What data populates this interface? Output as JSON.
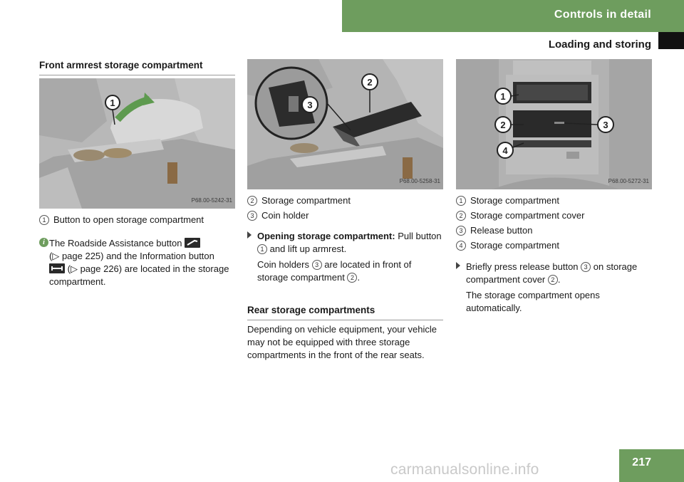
{
  "header": {
    "section": "Controls in detail",
    "subsection": "Loading and storing"
  },
  "col1": {
    "heading": "Front armrest storage compartment",
    "figure": {
      "code": "P68.00-5242-31",
      "callouts": [
        "1"
      ]
    },
    "legend": [
      {
        "num": "1",
        "label": "Button to open storage compartment"
      }
    ],
    "info": {
      "part1": "The Roadside Assistance button",
      "part2": "(▷ page 225) and the Information button",
      "part3": "(▷ page 226) are located in the storage compartment.",
      "icon1": "roadside-assistance-button-icon",
      "icon2": "information-button-icon"
    }
  },
  "col2": {
    "figure": {
      "code": "P68.00-5258-31",
      "callouts": [
        "2",
        "3"
      ]
    },
    "legend": [
      {
        "num": "2",
        "label": "Storage compartment"
      },
      {
        "num": "3",
        "label": "Coin holder"
      }
    ],
    "step": {
      "bold": "Opening storage compartment:",
      "text_a": "Pull button",
      "num_a": "1",
      "text_b": "and lift up armrest.",
      "note_a": "Coin holders",
      "note_num_a": "3",
      "note_b": "are located in front of storage compartment",
      "note_num_b": "2",
      "note_c": "."
    },
    "heading2": "Rear storage compartments",
    "para": "Depending on vehicle equipment, your vehicle may not be equipped with three storage compartments in the front of the rear seats."
  },
  "col3": {
    "figure": {
      "code": "P68.00-5272-31",
      "callouts": [
        "1",
        "2",
        "3",
        "4"
      ]
    },
    "legend": [
      {
        "num": "1",
        "label": "Storage compartment"
      },
      {
        "num": "2",
        "label": "Storage compartment cover"
      },
      {
        "num": "3",
        "label": "Release button"
      },
      {
        "num": "4",
        "label": "Storage compartment"
      }
    ],
    "step": {
      "text_a": "Briefly press release button",
      "num_a": "3",
      "text_b": "on storage compartment cover",
      "num_b": "2",
      "text_c": ".",
      "result": "The storage compartment opens automatically."
    }
  },
  "footer": {
    "page": "217",
    "watermark": "carmanualsonline.info"
  }
}
